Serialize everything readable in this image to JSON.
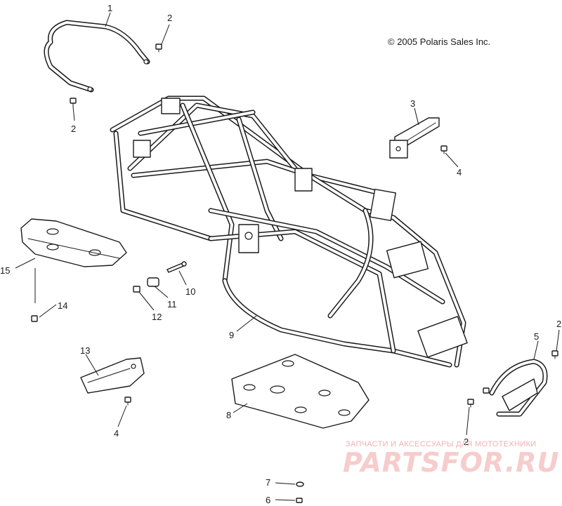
{
  "copyright": "© 2005 Polaris Sales Inc.",
  "watermark": {
    "tagline": "ЗАПЧАСТИ И АКСЕССУАРЫ ДЛЯ МОТОТЕХНИКИ",
    "brand": "PARTSFOR.RU"
  },
  "callouts": [
    {
      "id": "c1",
      "label": "1"
    },
    {
      "id": "c2a",
      "label": "2"
    },
    {
      "id": "c2b",
      "label": "2"
    },
    {
      "id": "c3",
      "label": "3"
    },
    {
      "id": "c4a",
      "label": "4"
    },
    {
      "id": "c15",
      "label": "15"
    },
    {
      "id": "c14",
      "label": "14"
    },
    {
      "id": "c10",
      "label": "10"
    },
    {
      "id": "c11",
      "label": "11"
    },
    {
      "id": "c12",
      "label": "12"
    },
    {
      "id": "c9",
      "label": "9"
    },
    {
      "id": "c13",
      "label": "13"
    },
    {
      "id": "c4b",
      "label": "4"
    },
    {
      "id": "c8",
      "label": "8"
    },
    {
      "id": "c5",
      "label": "5"
    },
    {
      "id": "c2c",
      "label": "2"
    },
    {
      "id": "c2d",
      "label": "2"
    },
    {
      "id": "c7",
      "label": "7"
    },
    {
      "id": "c6",
      "label": "6"
    }
  ]
}
